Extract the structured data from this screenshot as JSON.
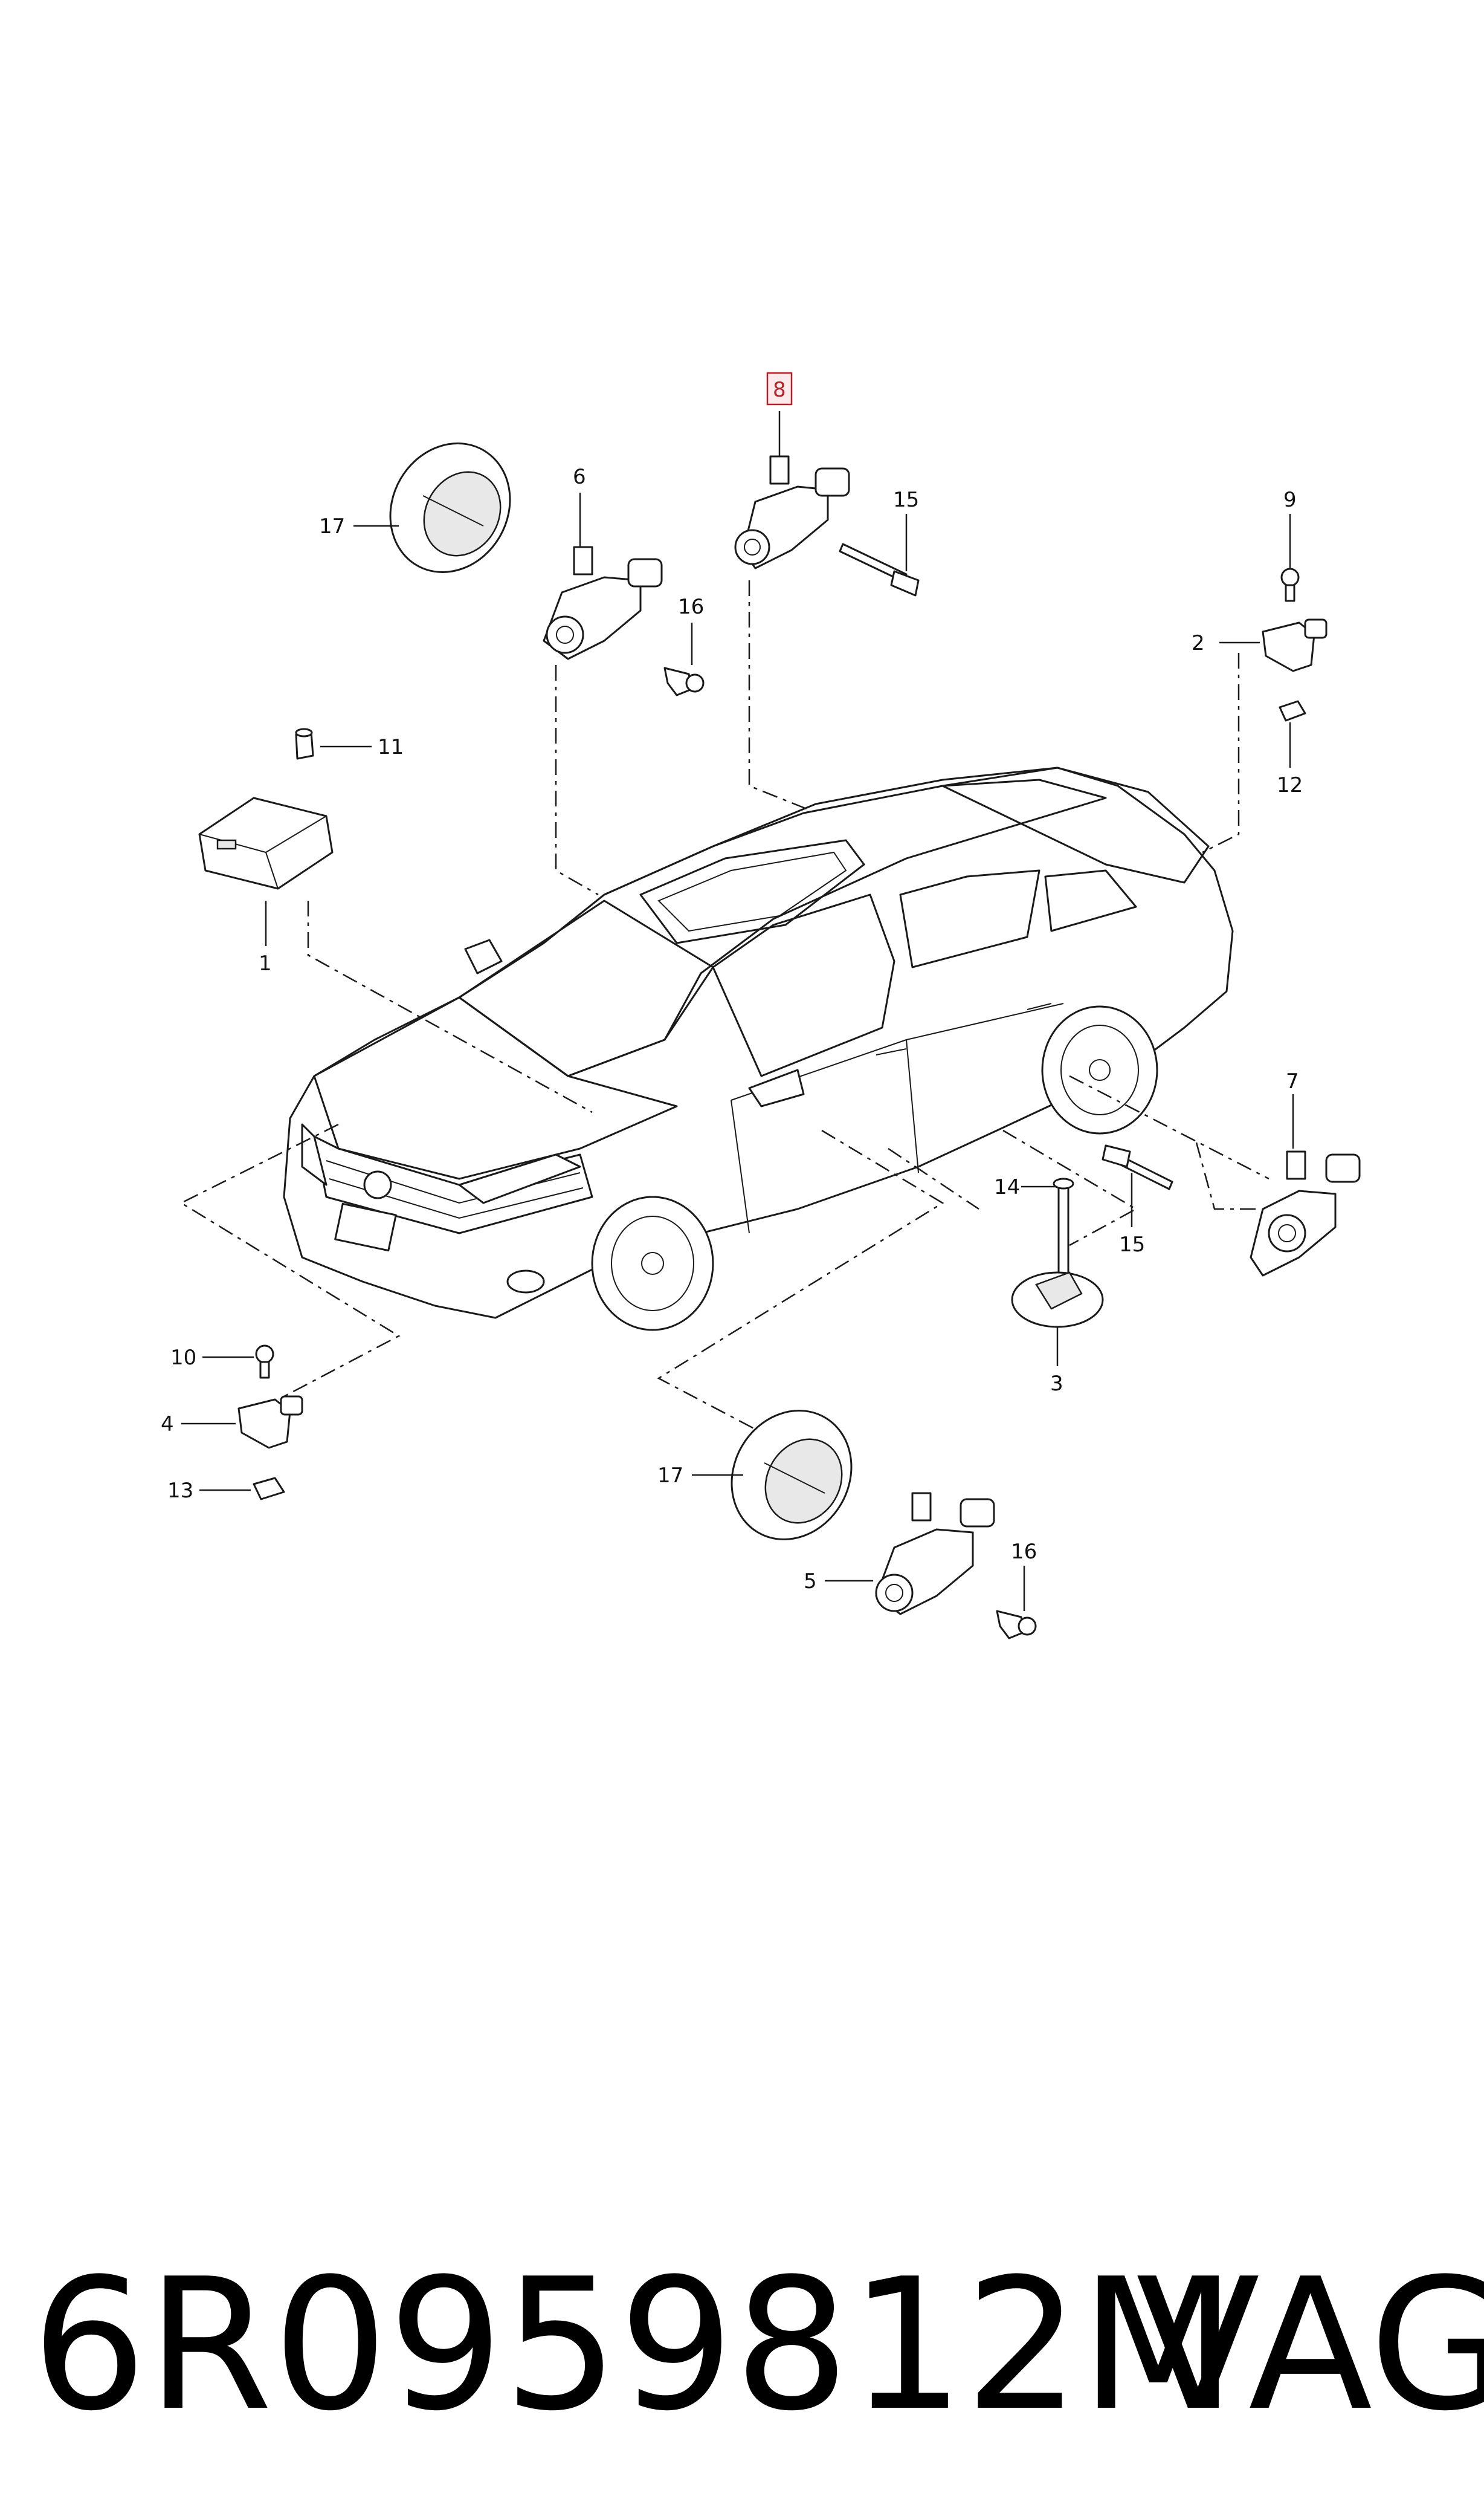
{
  "callouts": {
    "c1": "1",
    "c2": "2",
    "c3": "3",
    "c4": "4",
    "c5": "5",
    "c6": "6",
    "c7": "7",
    "c8": "8",
    "c9": "9",
    "c10": "10",
    "c11": "11",
    "c12": "12",
    "c13": "13",
    "c14": "14",
    "c15a": "15",
    "c15b": "15",
    "c16a": "16",
    "c16b": "16",
    "c17a": "17",
    "c17b": "17"
  },
  "highlighted_callout": "8",
  "colors": {
    "highlight": "#b3202a",
    "line": "#1a1a1a",
    "background": "#ffffff"
  },
  "footer": {
    "part_number": "6R0959812M",
    "brand": "VAG"
  }
}
